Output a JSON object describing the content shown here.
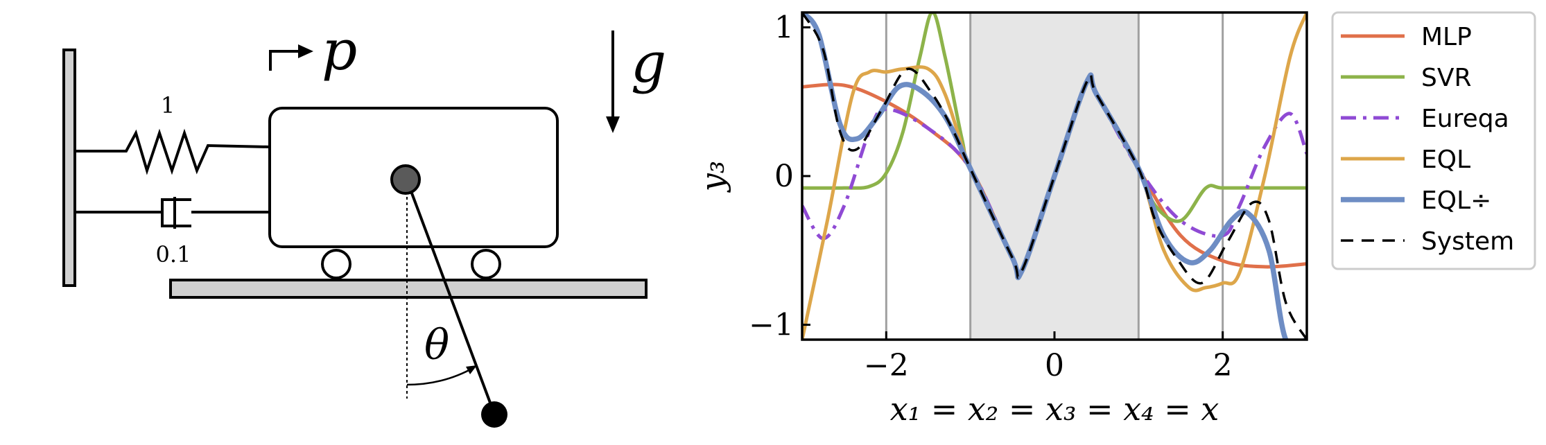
{
  "diagram": {
    "spring_label": "1",
    "damper_label": "0.1",
    "force_label": "p",
    "gravity_label": "g",
    "angle_label": "θ"
  },
  "chart_data": {
    "type": "line",
    "xlabel": "x₁ = x₂ = x₃ = x₄ = x",
    "ylabel": "y₃",
    "xlim": [
      -3,
      3
    ],
    "ylim": [
      -1.1,
      1.1
    ],
    "xticks": [
      -2,
      0,
      2
    ],
    "xtick_labels": [
      "−2",
      "0",
      "2"
    ],
    "yticks": [
      -1,
      0,
      1
    ],
    "ytick_labels": [
      "−1",
      "0",
      "1"
    ],
    "shaded_region": [
      -1,
      1
    ],
    "vlines": [
      -2,
      -1,
      1,
      2
    ],
    "legend_position": "outside-right",
    "series": [
      {
        "name": "MLP",
        "color": "#e0704a",
        "dash": "solid",
        "x": [
          -3,
          -2.5,
          -2,
          -1.5,
          -1,
          -0.5,
          -0.39,
          0,
          0.39,
          0.5,
          1,
          1.5,
          2,
          2.5,
          3
        ],
        "y": [
          0.6,
          0.61,
          0.5,
          0.32,
          0.05,
          -0.55,
          -0.64,
          0,
          0.64,
          0.55,
          0.05,
          -0.4,
          -0.57,
          -0.61,
          -0.59
        ]
      },
      {
        "name": "SVR",
        "color": "#8db34a",
        "dash": "solid",
        "x": [
          -3,
          -2.5,
          -2.2,
          -2,
          -1.8,
          -1.6,
          -1.45,
          -1.3,
          -1.1,
          -1,
          -0.5,
          -0.39,
          0,
          0.39,
          0.5,
          1,
          1.2,
          1.5,
          1.8,
          2,
          2.5,
          3
        ],
        "y": [
          -0.08,
          -0.08,
          -0.07,
          0.02,
          0.3,
          0.8,
          1.1,
          0.8,
          0.25,
          0.05,
          -0.55,
          -0.64,
          0,
          0.64,
          0.55,
          0.05,
          -0.2,
          -0.3,
          -0.08,
          -0.08,
          -0.08,
          -0.08
        ]
      },
      {
        "name": "Eureqa",
        "color": "#8f4ad4",
        "dash": "dashdot",
        "x": [
          -3,
          -2.75,
          -2.5,
          -2.2,
          -2,
          -1.5,
          -1,
          -0.5,
          -0.39,
          0,
          0.39,
          0.5,
          1,
          1.5,
          2,
          2.2,
          2.5,
          2.8,
          3
        ],
        "y": [
          -0.2,
          -0.42,
          -0.2,
          0.3,
          0.45,
          0.32,
          0.05,
          -0.55,
          -0.64,
          0,
          0.64,
          0.55,
          0.05,
          -0.3,
          -0.4,
          -0.2,
          0.2,
          0.42,
          0.15
        ]
      },
      {
        "name": "EQL",
        "color": "#dda64a",
        "dash": "solid",
        "x": [
          -3,
          -2.7,
          -2.4,
          -2.2,
          -2,
          -1.8,
          -1.5,
          -1.3,
          -1,
          -0.5,
          -0.39,
          0,
          0.39,
          0.5,
          1,
          1.3,
          1.6,
          1.8,
          2,
          2.2,
          2.5,
          2.8,
          3
        ],
        "y": [
          -1.1,
          -0.3,
          0.55,
          0.7,
          0.7,
          0.72,
          0.72,
          0.55,
          0.05,
          -0.55,
          -0.64,
          0,
          0.64,
          0.55,
          0.05,
          -0.5,
          -0.75,
          -0.75,
          -0.72,
          -0.65,
          0,
          0.8,
          1.1
        ]
      },
      {
        "name": "EQL÷",
        "color": "#6e8dc4",
        "dash": "solid",
        "x": [
          -3,
          -2.8,
          -2.55,
          -2.35,
          -2.1,
          -1.85,
          -1.6,
          -1.3,
          -1,
          -0.5,
          -0.39,
          0,
          0.39,
          0.5,
          1,
          1.3,
          1.6,
          1.85,
          2.1,
          2.3,
          2.55,
          2.75,
          3
        ],
        "y": [
          1.1,
          0.95,
          0.35,
          0.25,
          0.4,
          0.6,
          0.58,
          0.4,
          0.05,
          -0.55,
          -0.64,
          0,
          0.64,
          0.55,
          0.05,
          -0.4,
          -0.58,
          -0.5,
          -0.3,
          -0.25,
          -0.5,
          -1.1,
          -1.1
        ]
      },
      {
        "name": "System",
        "color": "#000000",
        "dash": "dashed",
        "x": [
          -3,
          -2.75,
          -2.55,
          -2.35,
          -2.05,
          -1.75,
          -1.45,
          -1.2,
          -1,
          -0.5,
          -0.39,
          0,
          0.39,
          0.5,
          1,
          1.2,
          1.45,
          1.75,
          2.05,
          2.35,
          2.55,
          2.75,
          3
        ],
        "y": [
          1.1,
          0.85,
          0.3,
          0.18,
          0.45,
          0.72,
          0.55,
          0.3,
          0.05,
          -0.55,
          -0.64,
          0,
          0.64,
          0.55,
          0.05,
          -0.3,
          -0.55,
          -0.72,
          -0.45,
          -0.18,
          -0.3,
          -0.85,
          -1.1
        ]
      }
    ]
  }
}
